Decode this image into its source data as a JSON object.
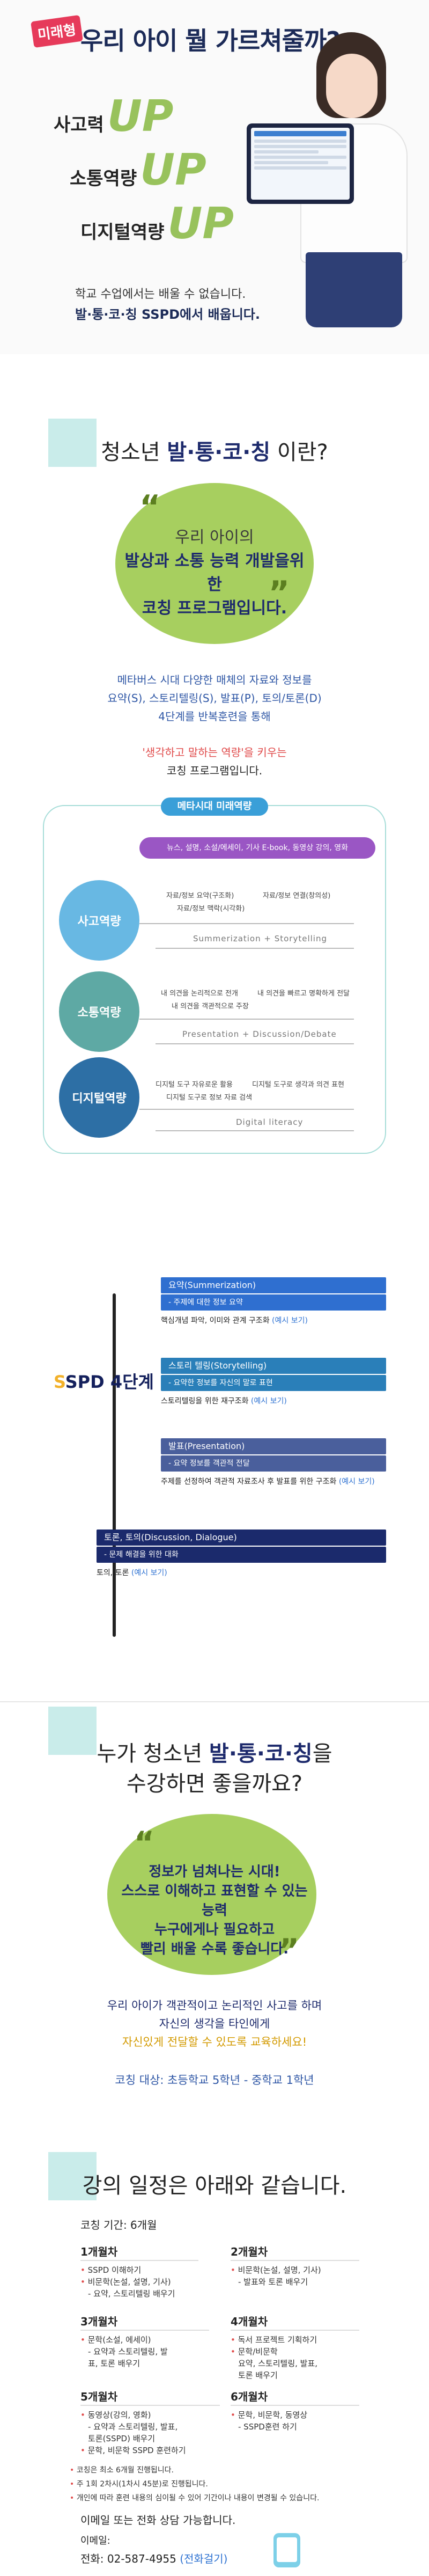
{
  "hero": {
    "badge": "미래형",
    "title": "우리 아이 뭘 가르쳐줄까?",
    "rows": [
      {
        "label": "사고력",
        "up": "UP"
      },
      {
        "label": "소통역량",
        "up": "UP"
      },
      {
        "label": "디지털역량",
        "up": "UP"
      }
    ],
    "sub1": "학교 수업에서는 배울 수 없습니다.",
    "sub2": "발·통·코·칭 SSPD에서 배웁니다."
  },
  "intro": {
    "title_prefix": "청소년 ",
    "title_strong": "발·통·코·칭",
    "title_suffix": " 이란?",
    "quote_open": "“",
    "quote_close": "”",
    "quote_l1": "우리 아이의",
    "quote_l2": "발상과 소통 능력 개발을위한",
    "quote_l3": "코칭 프로그램입니다.",
    "desc_l1": "메타버스 시대 다양한 매체의 자료와 정보를",
    "desc_l2": "요약(S), 스토리텔링(S), 발표(P), 토의/토론(D)",
    "desc_l3": "4단계를 반복훈련을 통해",
    "desc2_l1": "'생각하고 말하는 역량'을 키우는",
    "desc2_l2": "코칭 프로그램입니다."
  },
  "diagram": {
    "header": "메타시대 미래역량",
    "topbar": "뉴스, 설명, 소설/에세이, 기사 E-book, 동영상 강의, 영화",
    "circles": [
      {
        "label": "사고역량",
        "color": "#68b8e3"
      },
      {
        "label": "소통역량",
        "color": "#5ea9a4"
      },
      {
        "label": "디지털역량",
        "color": "#2d6fa5"
      }
    ],
    "notes": {
      "n1a": "자료/정보 요약(구조화)",
      "n1b": "자료/정보 연결(창의성)",
      "n1c": "자료/정보 맥락(시각화)",
      "f1": "Summerization + Storytelling",
      "n2a": "내 의견을 논리적으로 전개",
      "n2b": "내 의견을 빠르고 명확하게 전달",
      "n2c": "내 의견을 객관적으로 주장",
      "f2": "Presentation + Discussion/Debate",
      "n3a": "디지털 도구 자유로운 활용",
      "n3b": "디지털 도구로 생각과 의견 표현",
      "n3c": "디지털 도구로 정보 자료 검색",
      "f3": "Digital literacy"
    }
  },
  "sspd": {
    "title_s1": "S",
    "title_rest": "SPD 4단계",
    "steps": [
      {
        "bar": "요약(Summerization)",
        "bar2": "- 주제에 대한 정보 요약",
        "desc": "핵심개념 파악, 이미와 관계 구조화",
        "link": "(예시 보기)",
        "color": "#2f6fd0"
      },
      {
        "bar": "스토리 텔링(Storytelling)",
        "bar2": "- 요약한 정보를 자신의 말로 표현",
        "desc": "스토리텔링을 위한 재구조화",
        "link": "(예시 보기)",
        "color": "#2a7fb9"
      },
      {
        "bar": "발표(Presentation)",
        "bar2": "- 요약 정보를 객관적 전달",
        "desc": "주제를 선정하여 객관적 자료조사 후 발표를 위한 구조화",
        "link": "(예시 보기)",
        "color": "#4a5f9c"
      },
      {
        "bar": "토론, 토의(Discussion, Dialogue)",
        "bar2": "- 문제 해결을 위한 대화",
        "desc": "토의, 토론",
        "link": "(예시 보기)",
        "color": "#1b2a6c"
      }
    ]
  },
  "who": {
    "title_l1_prefix": "누가 청소년 ",
    "title_l1_strong": "발·통·코·칭",
    "title_l1_suffix": "을",
    "title_l2": "수강하면 좋을까요?",
    "quote_open": "“",
    "quote_close": "”",
    "quote_l1": "정보가 넘쳐나는 시대!",
    "quote_l2": "스스로 이해하고 표현할 수 있는 능력",
    "quote_l3": "누구에게나 필요하고",
    "quote_l4": "빨리 배울 수록 좋습니다.",
    "desc_l1": "우리 아이가 객관적이고 논리적인 사고를 하며",
    "desc_l2": "자신의 생각을 타인에게",
    "desc_l3": "자신있게 전달할 수 있도록 교육하세요!",
    "target": "코칭 대상:  초등학교 5학년 - 중학교 1학년"
  },
  "schedule": {
    "title": "강의 일정은 아래와 같습니다.",
    "period": "코칭 기간: 6개월",
    "months": [
      {
        "title": "1개월차",
        "items": [
          "SSPD 이해하기",
          "비문학(논설, 설명, 기사)",
          "- 요약, 스토리텔링 배우기"
        ]
      },
      {
        "title": "2개월차",
        "items": [
          "비문학(논설, 설명, 기사)",
          "- 발표와 토론 배우기"
        ]
      },
      {
        "title": "3개월차",
        "items": [
          "문학(소설, 에세이)",
          "- 요약과 스토리텔링, 발",
          "표, 토론 배우기"
        ]
      },
      {
        "title": "4개월차",
        "items": [
          "독서 프로젝트 기획하기",
          "문학/비문학",
          "요약, 스토리텔링, 발표,",
          "토론 배우기"
        ]
      },
      {
        "title": "5개월차",
        "items": [
          "동영상(강의, 영화)",
          "- 요약과 스토리텔링, 발표,",
          "토론(SSPD) 배우기",
          "문학, 비문학 SSPD 훈련하기"
        ]
      },
      {
        "title": "6개월차",
        "items": [
          "문학, 비문학, 동영상",
          "- SSPD훈련 하기"
        ]
      }
    ],
    "notes": [
      "코칭은 최소 6개월 진행됩니다.",
      "주 1회 2차시(1차시 45분)로 진행됩니다.",
      "개인에 따라 훈련 내용의 심이될 수 있어 기간이나 내용이 변경될 수 있습니다."
    ],
    "contact_head": "이메일 또는 전화 상담 가능합니다.",
    "email_label": "이메일:",
    "phone_label": "전화: 02-587-4955 ",
    "phone_link": "(전화걸기)"
  }
}
